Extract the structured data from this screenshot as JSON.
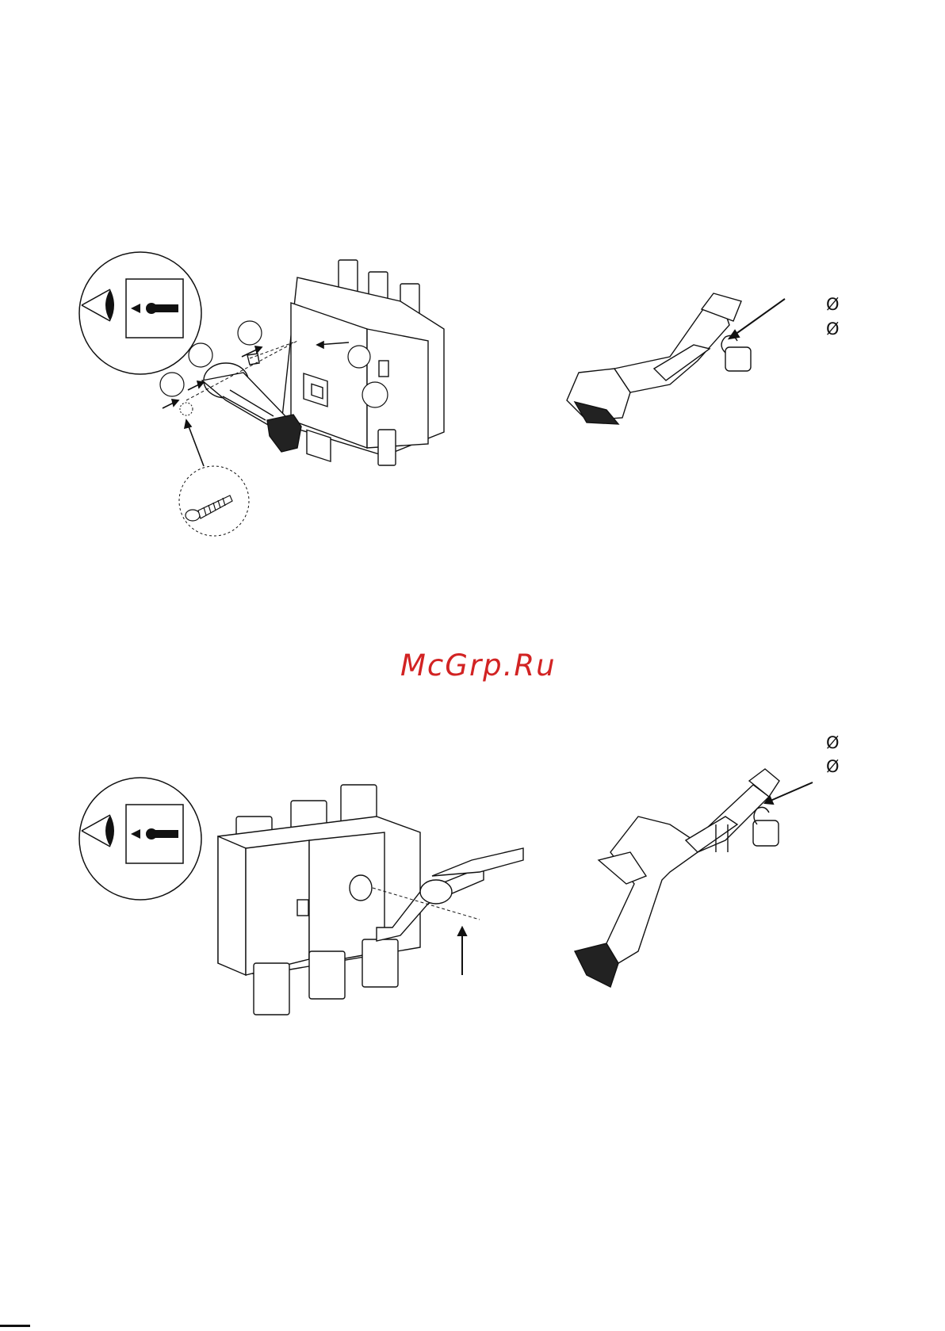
{
  "watermark": {
    "text": "McGrp.Ru",
    "color": "#d22323"
  },
  "symbols": {
    "diameter": "Ø"
  },
  "icons": [
    "eye-view-icon",
    "screw-icon",
    "arrow-icon"
  ],
  "figures": {
    "top_left": "switch-with-handle-mounting",
    "top_right": "handle-with-padlock",
    "bottom_left": "switch-with-extended-handle",
    "bottom_right": "extended-handle-with-padlock"
  }
}
